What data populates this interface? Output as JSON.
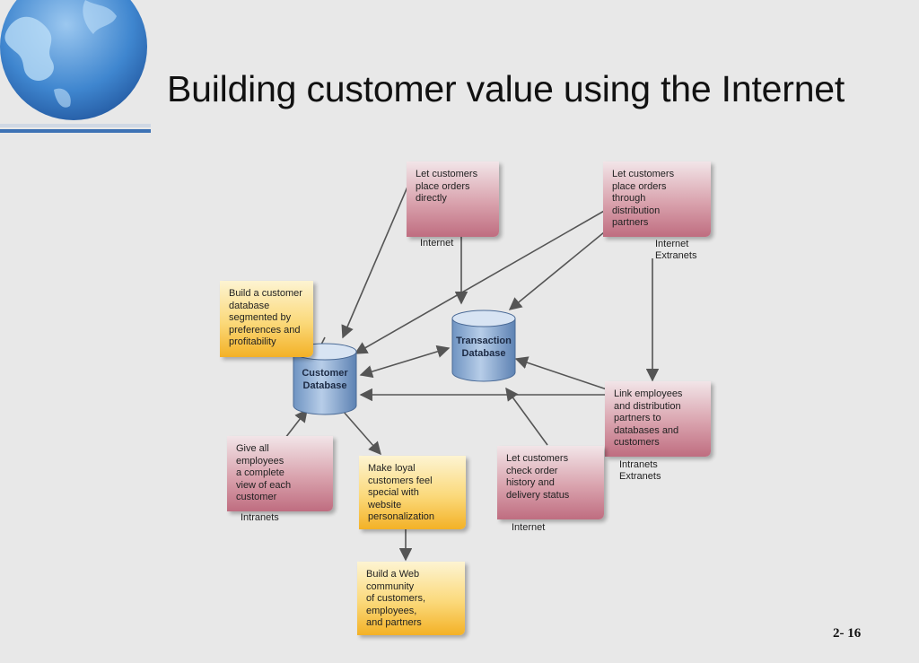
{
  "title": "Building customer value using the Internet",
  "page_number": "2- 16",
  "databases": {
    "customer": "Customer\nDatabase",
    "transaction": "Transaction\nDatabase"
  },
  "notes": {
    "place_orders_directly": "Let customers\nplace orders\ndirectly",
    "distribution_partners": "Let customers\nplace orders\nthrough\ndistribution\npartners",
    "build_database": "Build a customer\ndatabase\nsegmented by\npreferences and\nprofitability",
    "link_employees": "Link employees\nand distribution\npartners to\ndatabases and\ncustomers",
    "complete_view": "Give all\nemployees\na complete\nview of each\ncustomer",
    "personalization": "Make loyal\ncustomers feel\nspecial with\nwebsite\npersonalization",
    "check_order": "Let customers\ncheck order\nhistory and\ndelivery status",
    "web_community": "Build a Web\ncommunity\nof customers,\nemployees,\nand partners"
  },
  "tags": {
    "internet_1": "Internet",
    "internet_extranets": "Internet\nExtranets",
    "intranets_extranets": "Intranets\nExtranets",
    "intranets": "Intranets",
    "internet_2": "Internet"
  },
  "colors": {
    "title_rule": "#3d72b5",
    "database": "#8fadd0",
    "pink_note": "#d9a2ad",
    "yellow_note": "#fbd97a",
    "arrow": "#555555"
  }
}
